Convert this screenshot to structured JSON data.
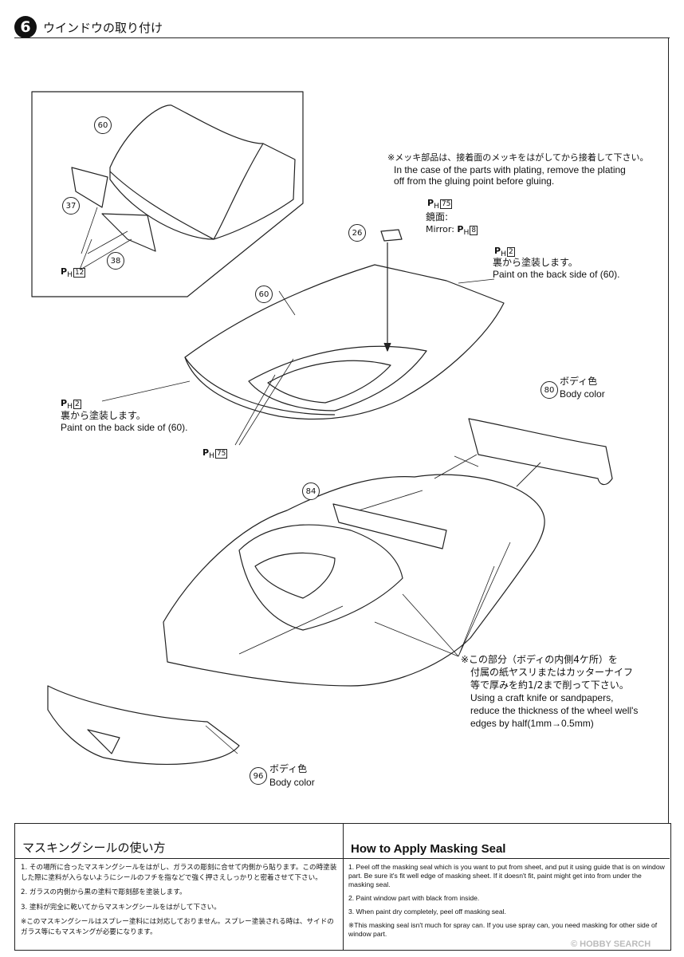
{
  "header": {
    "step_number": "6",
    "title": "ウインドウの取り付け"
  },
  "notes": {
    "plating_jp": "※メッキ部品は、接着面のメッキをはがしてから接着して下さい。",
    "plating_en_1": "In the case of the parts with plating, remove the plating",
    "plating_en_2": "off from the gluing point before gluing.",
    "mirror_jp": "鏡面:",
    "mirror_en": "Mirror:",
    "back_side_jp": "裏から塗装します。",
    "back_side_en": "Paint on the back side of",
    "body_color_jp": "ボディ色",
    "body_color_en": "Body color",
    "wheel_well_jp_1": "※この部分（ボディの内側4ケ所）を",
    "wheel_well_jp_2": "付属の紙ヤスリまたはカッターナイフ",
    "wheel_well_jp_3": "等で厚みを約1/2まで削って下さい。",
    "wheel_well_en_1": "Using a craft knife or sandpapers,",
    "wheel_well_en_2": "reduce the thickness of the wheel well's",
    "wheel_well_en_3": "edges by half(1mm→0.5mm)"
  },
  "paint_codes": {
    "ph_prefix": "P",
    "ph_sub": "H",
    "c12": "12",
    "c75": "75",
    "c8": "8",
    "c2": "2"
  },
  "parts": {
    "p60": "60",
    "p37": "37",
    "p38": "38",
    "p26": "26",
    "p80": "80",
    "p84": "84",
    "p96": "96"
  },
  "masking": {
    "title_jp": "マスキングシールの使い方",
    "title_en": "How to Apply Masking Seal",
    "steps_jp": [
      "1. その場所に合ったマスキングシールをはがし、ガラスの彫刻に合せて内側から貼ります。この時塗装した際に塗料が入らないようにシールのフチを指などで強く押さえしっかりと密着させて下さい。",
      "2. ガラスの内側から黒の塗料で彫刻部を塗装します。",
      "3. 塗料が完全に乾いてからマスキングシールをはがして下さい。",
      "※このマスキングシールはスプレー塗料には対応しておりません。スプレー塗装される時は、サイドのガラス等にもマスキングが必要になります。"
    ],
    "steps_en": [
      "1. Peel off the masking seal which is you want to put from sheet, and put it using guide that is on window part. Be sure it's fit well edge of masking sheet. If it doesn't fit, paint might get into from under the masking seal.",
      "2. Paint window part with black from inside.",
      "3. When paint dry completely, peel off masking seal.",
      "※This masking seal isn't much for spray can. If you use spray can, you need masking for other side of window part."
    ]
  },
  "watermark": "© HOBBY SEARCH"
}
